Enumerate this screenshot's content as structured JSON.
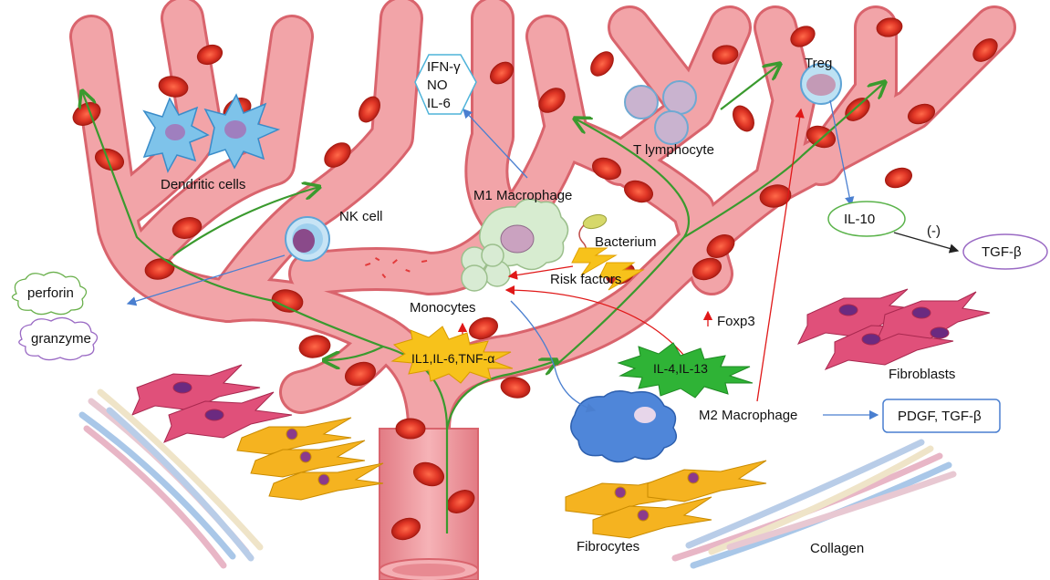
{
  "labels": {
    "dendritic": "Dendritic cells",
    "nk": "NK cell",
    "m1": "M1 Macrophage",
    "tlymph": "T lymphocyte",
    "treg": "Treg",
    "bacterium": "Bacterium",
    "risk": "Risk factors",
    "monocytes": "Monocytes",
    "foxp3": "Foxp3",
    "m2": "M2 Macrophage",
    "fibroblasts": "Fibroblasts",
    "fibrocytes": "Fibrocytes",
    "collagen": "Collagen"
  },
  "m1_cytokines": [
    "IFN-γ",
    "NO",
    "IL-6"
  ],
  "bubbles": {
    "il10": "IL-10",
    "neg": "(-)",
    "tgfb": "TGF-β",
    "perforin": "perforin",
    "granzyme": "granzyme",
    "pdgf": "PDGF, TGF-β"
  },
  "bursts": {
    "il1": "IL1,IL-6,TNF-α",
    "il4": "IL-4,IL-13"
  },
  "colors": {
    "vessel": "#f2a4a8",
    "vessel_edge": "#d9646d",
    "rbc": "#e03626",
    "flow_arrow": "#3a9a2e",
    "signal_blue": "#4a7fd0",
    "signal_red": "#e01818",
    "burst_yellow": "#f7c21b",
    "burst_green": "#2fb336"
  }
}
